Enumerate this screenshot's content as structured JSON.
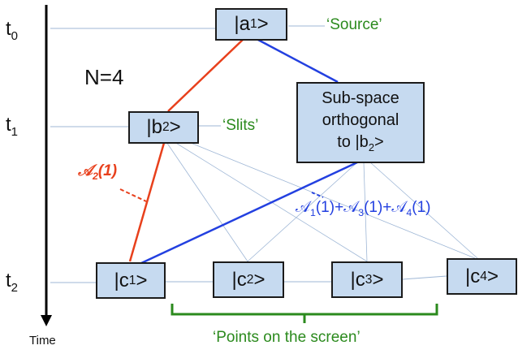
{
  "time_labels": {
    "t0": "0",
    "t1": "1",
    "t2": "2",
    "t_prefix": "t"
  },
  "time_axis_label": "Time",
  "n_label": "N=4",
  "states": {
    "a1": {
      "base": "|a",
      "sub": "1",
      "end": ">"
    },
    "b2": {
      "base": "|b",
      "sub": "2",
      "end": ">"
    },
    "c1": {
      "base": "|c",
      "sub": "1",
      "end": ">"
    },
    "c2": {
      "base": "|c",
      "sub": "2",
      "end": ">"
    },
    "c3": {
      "base": "|c",
      "sub": "3",
      "end": ">"
    },
    "c4": {
      "base": "|c",
      "sub": "4",
      "end": ">"
    }
  },
  "subspace": {
    "line1": "Sub-space",
    "line2": "orthogonal",
    "line3": "to |b",
    "sub": "2",
    "end": ">"
  },
  "annotations": {
    "source": "‘Source’",
    "slits": "‘Slits’",
    "points": "‘Points on the screen’"
  },
  "amplitude_red": {
    "sym": "𝒜",
    "sub": "2",
    "arg": "(1)"
  },
  "amplitude_blue": {
    "terms": [
      {
        "sym": "𝒜",
        "sub": "1",
        "arg": "(1)"
      },
      {
        "sym": "𝒜",
        "sub": "3",
        "arg": "(1)"
      },
      {
        "sym": "𝒜",
        "sub": "4",
        "arg": "(1)"
      }
    ],
    "plus": "+"
  },
  "colors": {
    "red_path": "#e8401c",
    "blue_path": "#2340e0",
    "box_fill": "#c6daf0",
    "green_text": "#2b8a1d",
    "guide": "#9fb7d6"
  }
}
